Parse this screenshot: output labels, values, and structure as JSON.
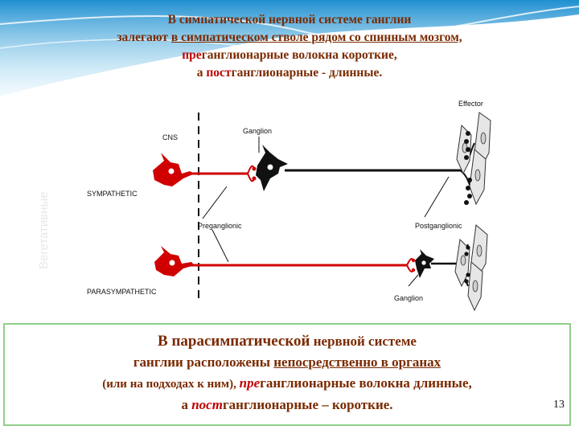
{
  "title": {
    "l1": "В симпатической нервной системе ганглии",
    "l2_a": "залегают ",
    "l2_b": "в симпатическом стволе рядом со спинным мозгом,",
    "l3_a": "пре",
    "l3_b": "ганглионарные волокна короткие,",
    "l4_a": "а ",
    "l4_b": "пост",
    "l4_c": "ганглионарные - длинные."
  },
  "diagram": {
    "cns": "CNS",
    "ganglion_top": "Ganglion",
    "effector": "Effector",
    "sympathetic": "SYMPATHETIC",
    "preganglionic": "Preganglionic",
    "postganglionic": "Postganglionic",
    "parasympathetic": "PARASYMPATHETIC",
    "ganglion_bottom": "Ganglion"
  },
  "side_watermark": "Вегетативные",
  "bottom": {
    "l1_a": "В ",
    "l1_b": "парасимпатической",
    "l1_c": " нервной системе",
    "l2_a": "ганглии расположены ",
    "l2_b": "непосредственно в органах",
    "l3_a": "(или на подходах к ним), ",
    "l3_b": "пре",
    "l3_c": "ганглионарные волокна длинные,",
    "l4_a": "а ",
    "l4_b": "пост",
    "l4_c": "ганглионарные – короткие."
  },
  "page_number": "13",
  "colors": {
    "accent_red": "#c00000",
    "text_brown": "#7a2a00",
    "box_border": "#8fd08a",
    "wave_blue": "#2aa6dc"
  }
}
